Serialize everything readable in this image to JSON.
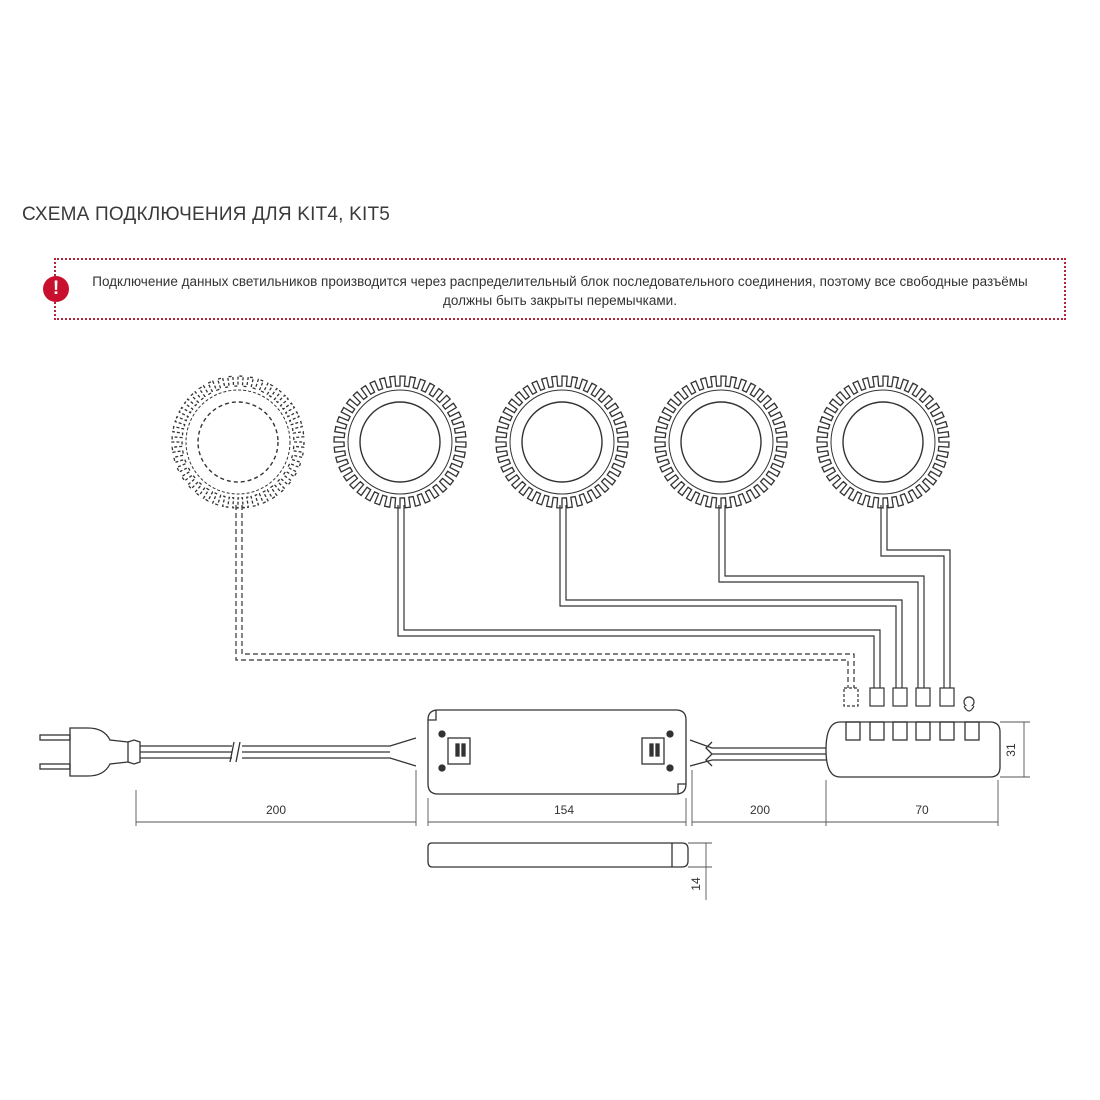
{
  "title": "СХЕМА ПОДКЛЮЧЕНИЯ ДЛЯ KIT4, KIT5",
  "notice": {
    "icon": "exclamation-icon",
    "icon_glyph": "!",
    "text": "Подключение данных светильников производится через распределительный блок последовательного соединения, поэтому все свободные разъёмы должны быть закрыты перемычками."
  },
  "colors": {
    "accent": "#c8102e",
    "line": "#333333"
  },
  "luminaires": {
    "count": 5,
    "dashed": [
      true,
      false,
      false,
      false,
      false
    ]
  },
  "dimensions": {
    "cable_plug": "200",
    "driver_length": "154",
    "cable_driver": "200",
    "hub_length": "70",
    "hub_height": "31",
    "driver_height": "14"
  }
}
